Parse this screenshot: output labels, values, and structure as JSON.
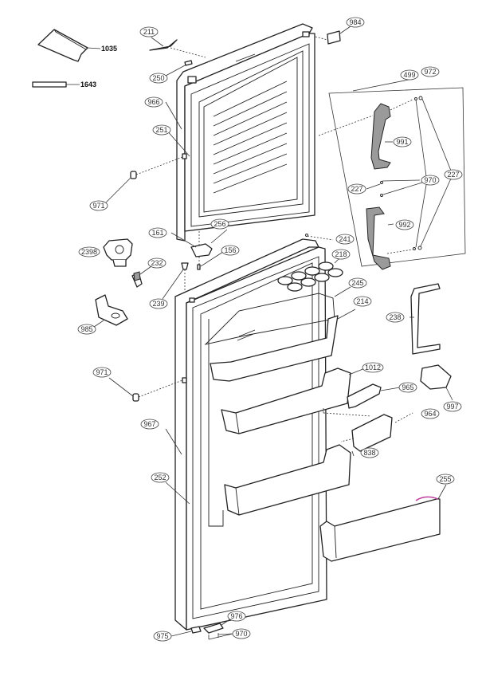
{
  "diagram": {
    "title": "Refrigerator door exploded parts diagram",
    "highlight_color": "#d01020",
    "highlight_alt_color": "#c040a0",
    "plain_labels": [
      {
        "id": "1035",
        "text": "1035"
      },
      {
        "id": "1643",
        "text": "1643"
      }
    ],
    "callouts": [
      {
        "id": "211",
        "text": "211"
      },
      {
        "id": "984",
        "text": "984"
      },
      {
        "id": "250",
        "text": "250"
      },
      {
        "id": "499",
        "text": "499"
      },
      {
        "id": "972",
        "text": "972"
      },
      {
        "id": "966",
        "text": "966"
      },
      {
        "id": "251",
        "text": "251"
      },
      {
        "id": "991",
        "text": "991"
      },
      {
        "id": "971a",
        "text": "971"
      },
      {
        "id": "227a",
        "text": "227"
      },
      {
        "id": "970a",
        "text": "970"
      },
      {
        "id": "227b",
        "text": "227"
      },
      {
        "id": "992",
        "text": "992",
        "highlighted": true
      },
      {
        "id": "161",
        "text": "161"
      },
      {
        "id": "256",
        "text": "256"
      },
      {
        "id": "241",
        "text": "241"
      },
      {
        "id": "2398",
        "text": "2398"
      },
      {
        "id": "156",
        "text": "156"
      },
      {
        "id": "218",
        "text": "218"
      },
      {
        "id": "232",
        "text": "232"
      },
      {
        "id": "239",
        "text": "239"
      },
      {
        "id": "245",
        "text": "245"
      },
      {
        "id": "214",
        "text": "214"
      },
      {
        "id": "985",
        "text": "985"
      },
      {
        "id": "238",
        "text": "238"
      },
      {
        "id": "971b",
        "text": "971"
      },
      {
        "id": "1012",
        "text": "1012"
      },
      {
        "id": "965",
        "text": "965"
      },
      {
        "id": "997",
        "text": "997"
      },
      {
        "id": "967",
        "text": "967"
      },
      {
        "id": "964",
        "text": "964"
      },
      {
        "id": "838",
        "text": "838"
      },
      {
        "id": "252",
        "text": "252"
      },
      {
        "id": "255",
        "text": "255",
        "highlighted_alt": true
      },
      {
        "id": "976",
        "text": "976"
      },
      {
        "id": "975",
        "text": "975"
      },
      {
        "id": "970b",
        "text": "970"
      }
    ]
  }
}
